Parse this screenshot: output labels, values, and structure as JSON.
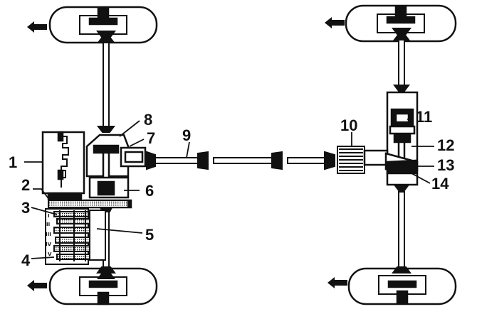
{
  "labels": [
    "1",
    "2",
    "3",
    "4",
    "5",
    "6",
    "7",
    "8",
    "9",
    "10",
    "11",
    "12",
    "13",
    "14"
  ],
  "gear_labels": [
    "I",
    "II",
    "III",
    "IV",
    "V"
  ],
  "colors": {
    "ink": "#111111",
    "paper": "#ffffff"
  }
}
